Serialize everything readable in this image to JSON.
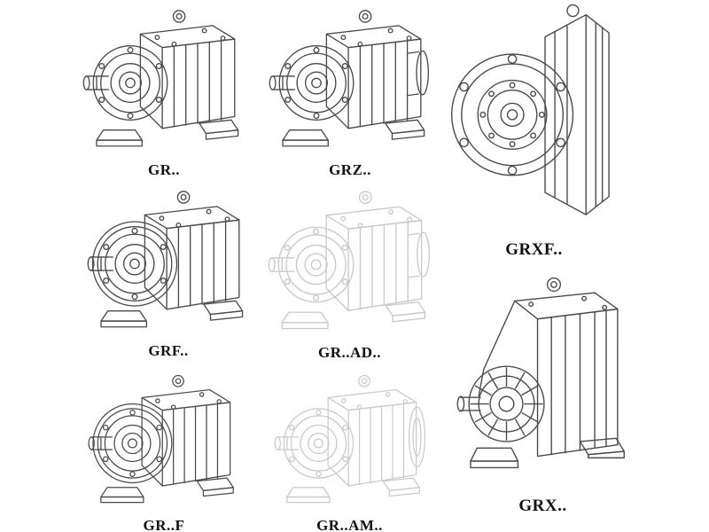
{
  "page": {
    "background": "#ffffff"
  },
  "colors": {
    "line": "#4a4a4a",
    "faded_line": "#c9c9c9",
    "label": "#111111"
  },
  "products": [
    {
      "id": "gr",
      "label": "GR..",
      "style": "solid"
    },
    {
      "id": "grz",
      "label": "GRZ..",
      "style": "solid"
    },
    {
      "id": "grxf",
      "label": "GRXF..",
      "style": "solid"
    },
    {
      "id": "grf",
      "label": "GRF..",
      "style": "solid"
    },
    {
      "id": "gr-ad",
      "label": "GR..AD..",
      "style": "faded"
    },
    {
      "id": "gr-f",
      "label": "GR..F",
      "style": "solid"
    },
    {
      "id": "gr-am",
      "label": "GR..AM..",
      "style": "faded"
    },
    {
      "id": "grx",
      "label": "GRX..",
      "style": "solid"
    }
  ]
}
